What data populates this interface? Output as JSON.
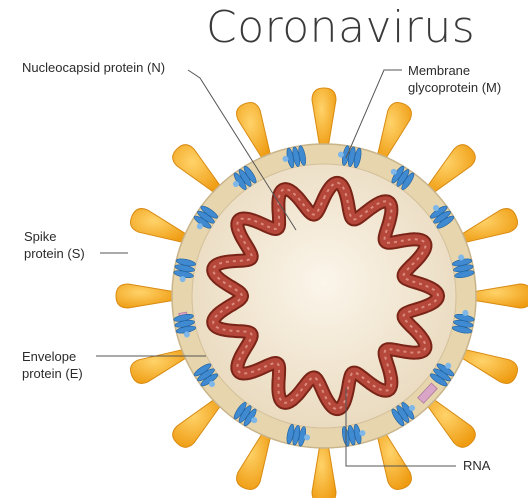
{
  "title": "Coronavirus",
  "labels": {
    "nucleocapsid": "Nucleocapsid protein (N)",
    "membrane_line1": "Membrane",
    "membrane_line2": "glycoprotein (M)",
    "spike_line1": "Spike",
    "spike_line2": "protein (S)",
    "envelope_line1": "Envelope",
    "envelope_line2": "protein (E)",
    "rna": "RNA"
  },
  "colors": {
    "spike": "#f4a81d",
    "spike_edge": "#d88a10",
    "envelope": "#e7d6b0",
    "interior": "#f7eddd",
    "membrane_protein": "#3f8ad0",
    "envelope_protein": "#d9a6c8",
    "rna": "#b5483a",
    "leader": "#555555"
  }
}
